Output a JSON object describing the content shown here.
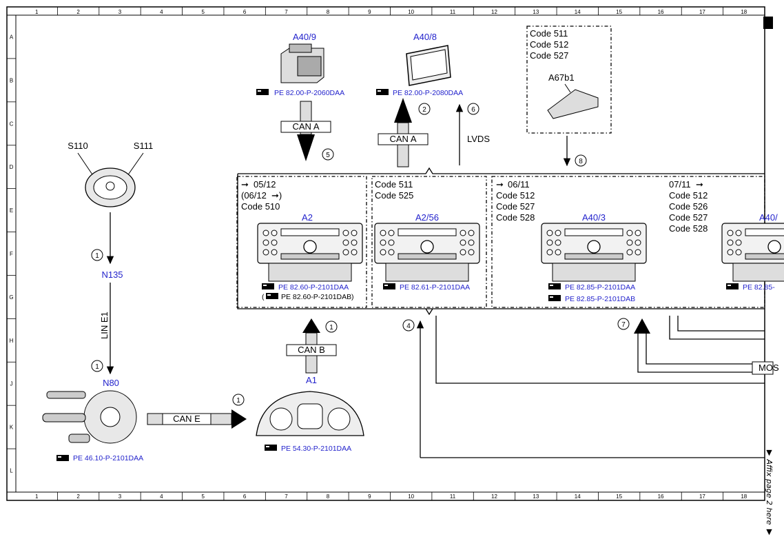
{
  "grid": {
    "columns": [
      "1",
      "2",
      "3",
      "4",
      "5",
      "6",
      "7",
      "8",
      "9",
      "10",
      "11",
      "12",
      "13",
      "14",
      "15",
      "16",
      "17",
      "18"
    ],
    "rows": [
      "A",
      "B",
      "C",
      "D",
      "E",
      "F",
      "G",
      "H",
      "J",
      "K",
      "L"
    ]
  },
  "components": {
    "a40_9": {
      "label": "A40/9",
      "ref": "PE 82.00-P-2060DAA"
    },
    "a40_8": {
      "label": "A40/8",
      "ref": "PE 82.00-P-2080DAA"
    },
    "a67b1": {
      "label": "A67b1",
      "codes": [
        "Code 511",
        "Code 512",
        "Code 527"
      ]
    },
    "s110": {
      "label": "S110"
    },
    "s111": {
      "label": "S111"
    },
    "n135": {
      "label": "N135"
    },
    "n80": {
      "label": "N80",
      "ref": "PE 46.10-P-2101DAA"
    },
    "a1": {
      "label": "A1",
      "ref": "PE 54.30-P-2101DAA"
    },
    "a2": {
      "label": "A2",
      "date1": "05/12",
      "date2": "(06/12",
      "code": "Code 510",
      "ref": "PE 82.60-P-2101DAA",
      "ref2": "PE 82.60-P-2101DAB"
    },
    "a2_56": {
      "label": "A2/56",
      "codes": [
        "Code 511",
        "Code 525"
      ],
      "ref": "PE 82.61-P-2101DAA"
    },
    "a40_3": {
      "label": "A40/3",
      "date": "06/11",
      "codes": [
        "Code 512",
        "Code 527",
        "Code 528"
      ],
      "ref": "PE 82.85-P-2101DAA",
      "ref2": "PE 82.85-P-2101DAB"
    },
    "a40_x": {
      "label": "A40/",
      "date": "07/11",
      "codes": [
        "Code 512",
        "Code 526",
        "Code 527",
        "Code 528"
      ],
      "ref": "PE 82.85-"
    }
  },
  "buses": {
    "can_a_1": "CAN A",
    "can_a_2": "CAN A",
    "lvds": "LVDS",
    "lin": "LIN E1",
    "can_b": "CAN B",
    "can_e": "CAN E",
    "most": "MOS"
  },
  "markers": {
    "m1": "1",
    "m2": "2",
    "m4": "4",
    "m5": "5",
    "m6": "6",
    "m7": "7",
    "m8": "8"
  },
  "side_note": "▼ Affix page 2 here ▼",
  "ref_icon": "pointing-hand-icon",
  "colors": {
    "component_label": "#2222cc",
    "line": "#000000"
  }
}
